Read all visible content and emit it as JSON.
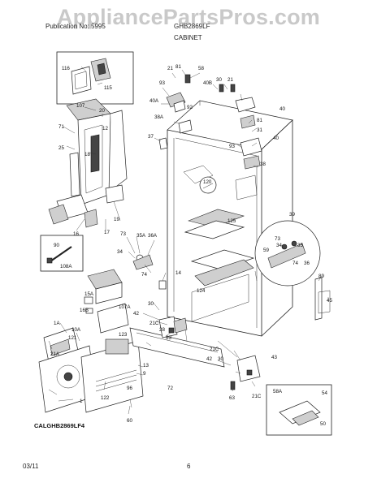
{
  "watermark": "AppliancePartsPros.com",
  "header": {
    "left": "Publication No: 5995",
    "right": "GHB2869LF",
    "title": "CABINET"
  },
  "model_code": "CALGHB2869LF4",
  "footer": {
    "date": "03/11",
    "page": "6"
  },
  "callouts": [
    "116",
    "115",
    "107",
    "20",
    "12",
    "71",
    "25",
    "18",
    "16",
    "17",
    "19",
    "90",
    "108A",
    "15A",
    "16B",
    "107A",
    "1A",
    "10A",
    "121",
    "21A",
    "1",
    "122",
    "96",
    "60",
    "81",
    "21",
    "58",
    "93",
    "40B",
    "30",
    "40A",
    "92",
    "38A",
    "37",
    "21",
    "81",
    "31",
    "93",
    "40",
    "38",
    "120",
    "125",
    "73",
    "35A",
    "36A",
    "34",
    "74",
    "14",
    "30",
    "42",
    "28",
    "21C",
    "63",
    "123",
    "72",
    "13",
    "9",
    "59",
    "73",
    "34",
    "35",
    "74",
    "36",
    "89",
    "45",
    "124",
    "42",
    "30",
    "43",
    "21C",
    "63",
    "21C",
    "58A",
    "54",
    "50",
    "39",
    "40"
  ]
}
